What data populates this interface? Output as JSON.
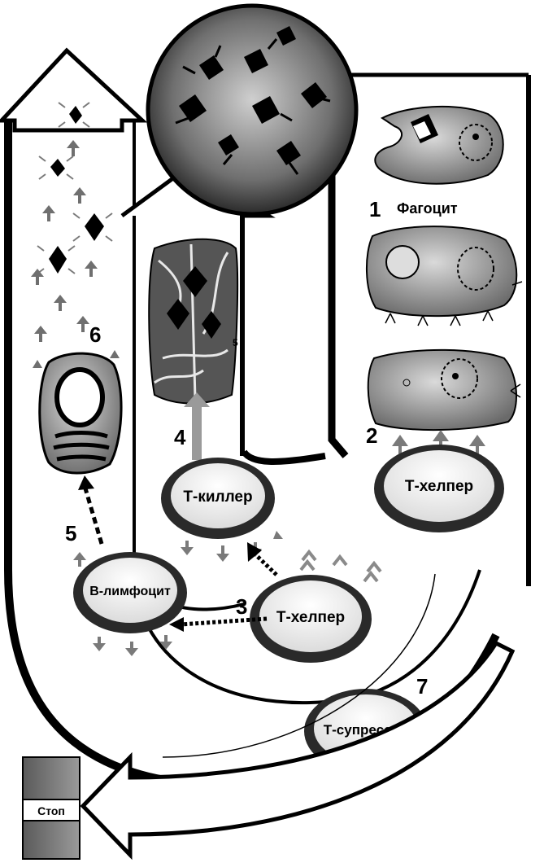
{
  "labels": {
    "phagocyte": "Фагоцит",
    "t_killer": "Т-киллер",
    "t_helper_right": "Т-хелпер",
    "t_helper_center": "Т-хелпер",
    "b_lymphocyte": "B-лимфоцит",
    "t_suppressor": "Т-супрессор",
    "stop": "Стоп"
  },
  "steps": {
    "n1": "1",
    "n2": "2",
    "n3": "3",
    "n4": "4",
    "n5": "5",
    "n5_small": "5",
    "n6": "6",
    "n7": "7"
  },
  "colors": {
    "outline": "#000000",
    "cell_fill": "#8c8c8c",
    "cell_light": "#d0d0d0",
    "arrow_gray": "#7a7a7a",
    "background": "#ffffff"
  }
}
